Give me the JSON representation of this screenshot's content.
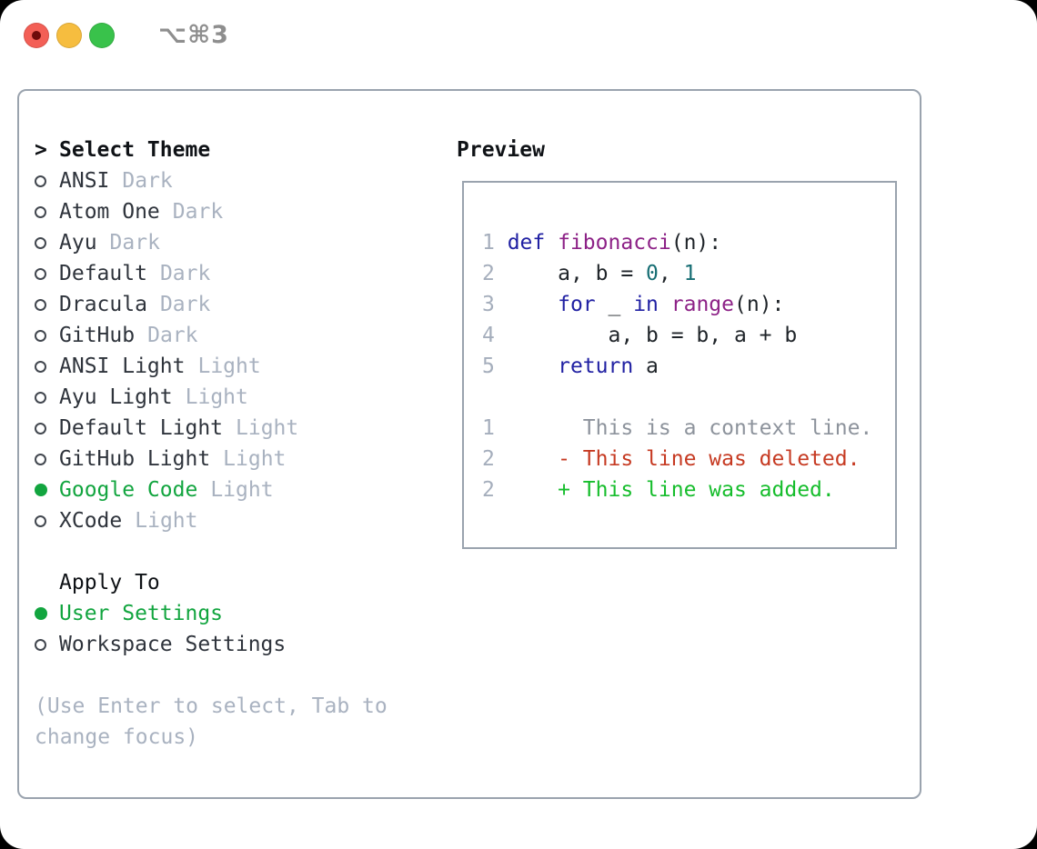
{
  "titlebar": {
    "shortcut": "⌥⌘3",
    "buttons": [
      "close",
      "minimize",
      "zoom"
    ]
  },
  "left": {
    "prompt": ">",
    "title": "Select Theme",
    "themes": [
      {
        "name": "ANSI",
        "tag": "Dark",
        "selected": false
      },
      {
        "name": "Atom One",
        "tag": "Dark",
        "selected": false
      },
      {
        "name": "Ayu",
        "tag": "Dark",
        "selected": false
      },
      {
        "name": "Default",
        "tag": "Dark",
        "selected": false
      },
      {
        "name": "Dracula",
        "tag": "Dark",
        "selected": false
      },
      {
        "name": "GitHub",
        "tag": "Dark",
        "selected": false
      },
      {
        "name": "ANSI Light",
        "tag": "Light",
        "selected": false
      },
      {
        "name": "Ayu Light",
        "tag": "Light",
        "selected": false
      },
      {
        "name": "Default Light",
        "tag": "Light",
        "selected": false
      },
      {
        "name": "GitHub Light",
        "tag": "Light",
        "selected": false
      },
      {
        "name": "Google Code",
        "tag": "Light",
        "selected": true
      },
      {
        "name": "XCode",
        "tag": "Light",
        "selected": false
      }
    ],
    "apply_to": {
      "title": "Apply To",
      "options": [
        {
          "label": "User Settings",
          "selected": true
        },
        {
          "label": "Workspace Settings",
          "selected": false
        }
      ]
    },
    "hint": "(Use Enter to select, Tab to change focus)"
  },
  "preview": {
    "title": "Preview",
    "code_lines": [
      {
        "num": "1",
        "tokens": [
          {
            "c": "kwd",
            "t": "def"
          },
          {
            "c": "pln",
            "t": " "
          },
          {
            "c": "fun",
            "t": "fibonacci"
          },
          {
            "c": "pln",
            "t": "(n):"
          }
        ]
      },
      {
        "num": "2",
        "tokens": [
          {
            "c": "pln",
            "t": "    a, b = "
          },
          {
            "c": "lit",
            "t": "0"
          },
          {
            "c": "pln",
            "t": ", "
          },
          {
            "c": "lit",
            "t": "1"
          }
        ]
      },
      {
        "num": "3",
        "tokens": [
          {
            "c": "pln",
            "t": "    "
          },
          {
            "c": "kwd",
            "t": "for"
          },
          {
            "c": "pln",
            "t": " _ "
          },
          {
            "c": "kwd",
            "t": "in"
          },
          {
            "c": "pln",
            "t": " "
          },
          {
            "c": "fun",
            "t": "range"
          },
          {
            "c": "pln",
            "t": "(n):"
          }
        ]
      },
      {
        "num": "4",
        "tokens": [
          {
            "c": "pln",
            "t": "        a, b = b, a + b"
          }
        ]
      },
      {
        "num": "5",
        "tokens": [
          {
            "c": "pln",
            "t": "    "
          },
          {
            "c": "kwd",
            "t": "return"
          },
          {
            "c": "pln",
            "t": " a"
          }
        ]
      },
      {
        "num": "",
        "tokens": []
      },
      {
        "num": "1",
        "tokens": [
          {
            "c": "ctx",
            "t": "      This is a context line."
          }
        ]
      },
      {
        "num": "2",
        "tokens": [
          {
            "c": "del",
            "t": "    - This line was deleted."
          }
        ]
      },
      {
        "num": "2",
        "tokens": [
          {
            "c": "add",
            "t": "    + This line was added."
          }
        ]
      }
    ]
  },
  "colors": {
    "accent_green": "#12a53f",
    "keyword": "#2121a3",
    "function": "#8d2287",
    "literal": "#176e74",
    "plain": "#1f2429",
    "context": "#8d939c",
    "deleted": "#c63a22",
    "added": "#16bd2c",
    "muted": "#a9b2c0",
    "line_number": "#a5aebc",
    "panel_border": "#9aa3ae",
    "header_ink": "#0f1216",
    "label_ink": "#2f343c",
    "ring_ink": "#42474f",
    "shortcut_gray": "#8e8e8e",
    "light_red": "#f35f56",
    "light_red_dot": "#6e0b0b",
    "light_yellow": "#f6bd3f",
    "light_green": "#39c24b"
  }
}
